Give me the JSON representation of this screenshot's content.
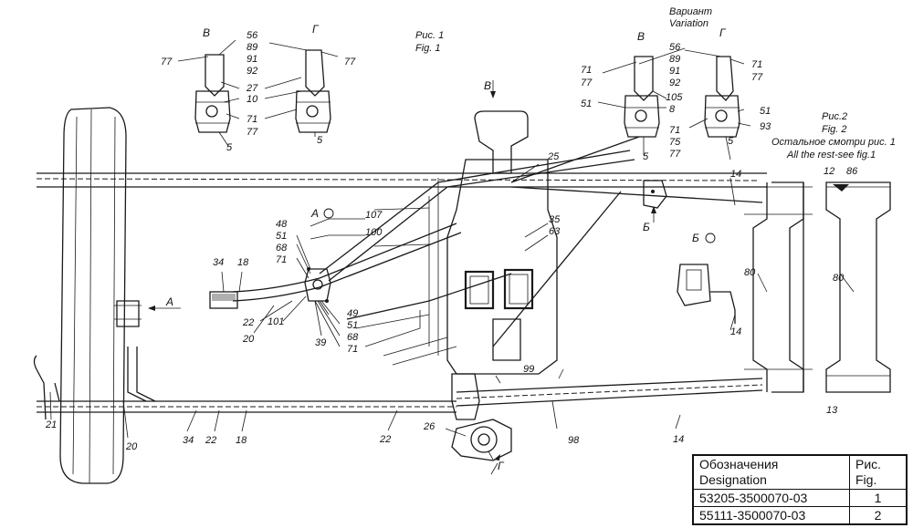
{
  "captions": {
    "fig1_ru": "Рис. 1",
    "fig1_en": "Fig. 1",
    "variant_ru": "Вариант",
    "variant_en": "Variation",
    "fig2_ru": "Рис.2",
    "fig2_en": "Fig. 2",
    "rest_ru": "Остальное смотри рис. 1",
    "rest_en": "All the rest-see fig.1"
  },
  "views": {
    "v_left": "В",
    "g_left": "Г",
    "v_right": "В",
    "g_right": "Г",
    "v_arrow": "В",
    "a_arrow": "А",
    "a_circle": "А",
    "b_arrow": "Б",
    "b_circle": "Б",
    "g_arrow": "Г"
  },
  "callouts": {
    "l56": "56",
    "l89": "89",
    "l91": "91",
    "l92": "92",
    "l77a": "77",
    "l77b": "77",
    "l27": "27",
    "l10": "10",
    "l71": "71",
    "l77c": "77",
    "l5a": "5",
    "l5b": "5",
    "r56": "56",
    "r89": "89",
    "r91": "91",
    "r92": "92",
    "r71a": "71",
    "r77a": "77",
    "r71b": "71",
    "r77b": "77",
    "r105": "105",
    "r8": "8",
    "r51a": "51",
    "r51b": "51",
    "r93": "93",
    "r71c": "71",
    "r75": "75",
    "r77c": "77",
    "r5a": "5",
    "r5b": "5",
    "n12": "12",
    "n86": "86",
    "n14a": "14",
    "n14b": "14",
    "n14c": "14",
    "n80a": "80",
    "n80b": "80",
    "n13": "13",
    "n25": "25",
    "n35": "35",
    "n63": "63",
    "n107": "107",
    "n100": "100",
    "n48": "48",
    "n51a": "51",
    "n68a": "68",
    "n71a": "71",
    "n34a": "34",
    "n18a": "18",
    "n22a": "22",
    "n20a": "20",
    "n101": "101",
    "n49": "49",
    "n51b": "51",
    "n68b": "68",
    "n71b": "71",
    "n39": "39",
    "n99": "99",
    "n21": "21",
    "n20b": "20",
    "n34b": "34",
    "n22b": "22",
    "n18b": "18",
    "n22c": "22",
    "n26": "26",
    "n98": "98"
  },
  "table": {
    "header": {
      "designation": "Обозначения\nDesignation",
      "fig": "Рис.\nFig."
    },
    "header_designation_ru": "Обозначения",
    "header_designation_en": "Designation",
    "header_fig_ru": "Рис.",
    "header_fig_en": "Fig.",
    "rows": [
      {
        "designation": "53205-3500070-03",
        "fig": "1"
      },
      {
        "designation": "55111-3500070-03",
        "fig": "2"
      }
    ]
  }
}
